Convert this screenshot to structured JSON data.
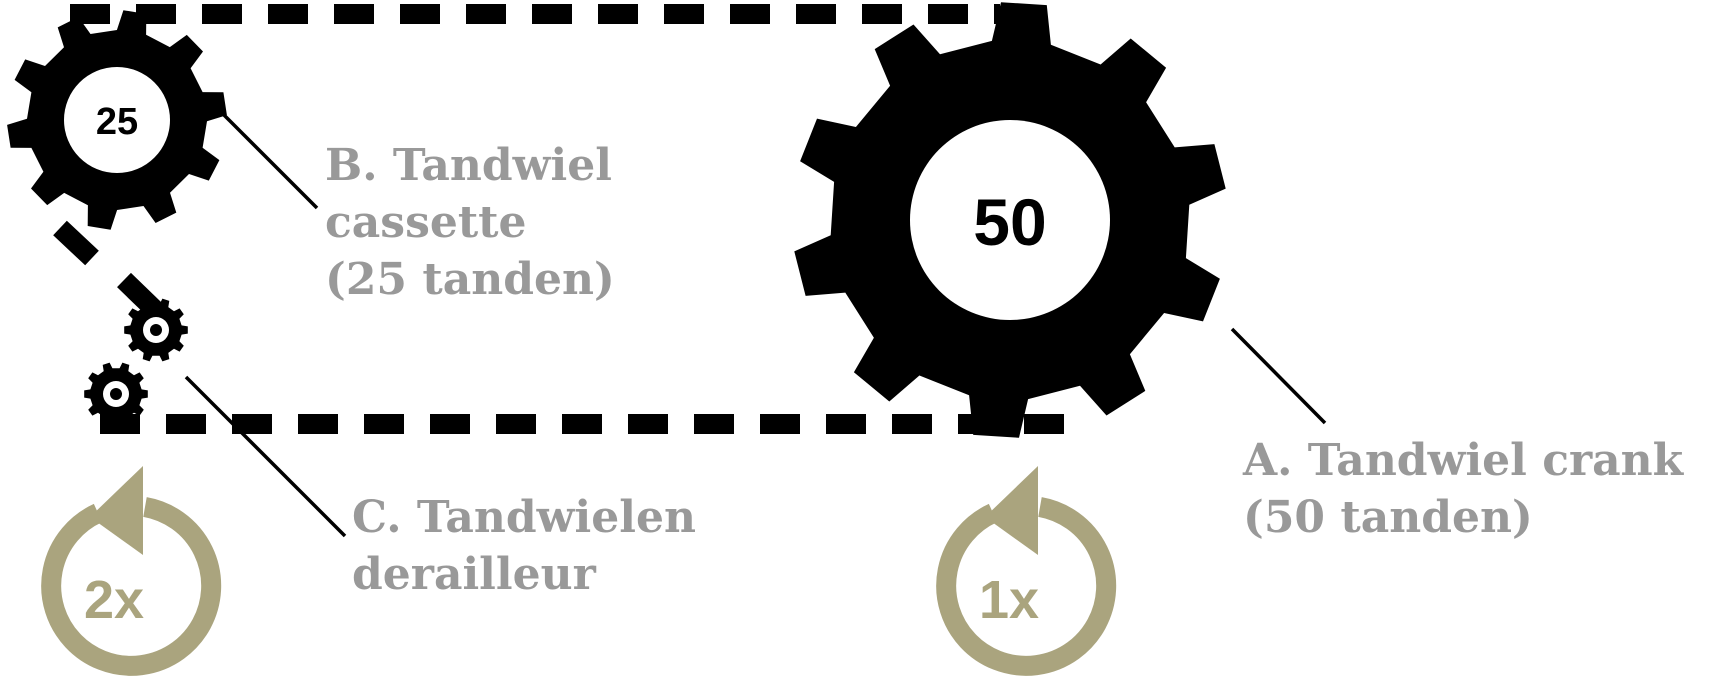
{
  "gears": {
    "crank": {
      "teeth_label": "50"
    },
    "cassette": {
      "teeth_label": "25"
    }
  },
  "labels": {
    "crank": [
      "A. Tandwiel crank",
      "(50 tanden)"
    ],
    "cassette": [
      "B. Tandwiel",
      "cassette",
      "(25 tanden)"
    ],
    "derailleur": [
      "C. Tandwielen",
      "derailleur"
    ]
  },
  "rotations": {
    "cassette": "2x",
    "crank": "1x"
  },
  "colors": {
    "gear": "#000000",
    "label": "#999999",
    "rotation_arrow": "#aaa47e",
    "chain": "#000000"
  },
  "icons": {
    "gear": "gear-icon",
    "rotation": "rotate-counterclockwise-icon"
  }
}
